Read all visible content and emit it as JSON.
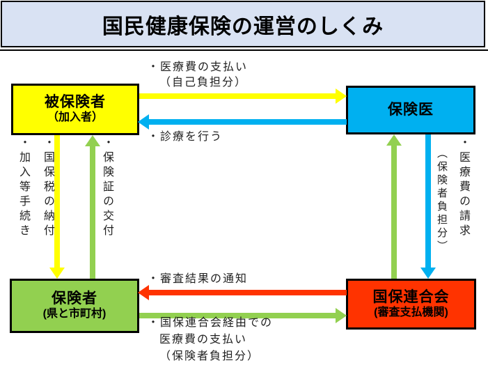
{
  "title": "国民健康保険の運営のしくみ",
  "nodes": {
    "insured": {
      "name": "被保険者",
      "subtitle": "（加入者）",
      "color": "#FFFF00"
    },
    "doctor": {
      "name": "保険医",
      "subtitle": "",
      "color": "#00B0F0"
    },
    "insurer": {
      "name": "保険者",
      "subtitle": "(県と市町村)",
      "color": "#92D050"
    },
    "federation": {
      "name": "国保連合会",
      "subtitle": "(審査支払機関)",
      "color": "#FF3300"
    }
  },
  "edge_labels": {
    "medical_fee_payment_line1": "・医療費の支払い",
    "medical_fee_payment_line2": "（自己負担分）",
    "treatment": "・診療を行う",
    "enrollment_procedure": "・加入等手続き",
    "nhi_tax_payment": "・国保税の納付",
    "insurance_card_issuance": "・保険証の交付",
    "fee_claim": "・医療費の請求",
    "fee_claim_note": "（保険者負担分）",
    "review_result_notice": "・審査結果の通知",
    "payment_via_federation_line1": "・国保連合会経由での",
    "payment_via_federation_line2": "医療費の支払い",
    "payment_via_federation_line3": "（保険者負担分）"
  },
  "arrows": [
    {
      "id": "insured-to-doctor",
      "color": "#FFFF00",
      "direction": "right"
    },
    {
      "id": "doctor-to-insured",
      "color": "#00B0F0",
      "direction": "left"
    },
    {
      "id": "insured-to-insurer",
      "color": "#FFFF00",
      "direction": "down"
    },
    {
      "id": "insurer-to-insured",
      "color": "#92D050",
      "direction": "up"
    },
    {
      "id": "federation-to-doctor",
      "color": "#92D050",
      "direction": "up"
    },
    {
      "id": "doctor-to-federation",
      "color": "#00B0F0",
      "direction": "down"
    },
    {
      "id": "federation-to-insurer",
      "color": "#FF3300",
      "direction": "left"
    },
    {
      "id": "insurer-to-federation",
      "color": "#92D050",
      "direction": "right"
    }
  ],
  "colors": {
    "title_bg": "#D9E2F3",
    "border": "#000000",
    "background": "#FFFFFF"
  }
}
